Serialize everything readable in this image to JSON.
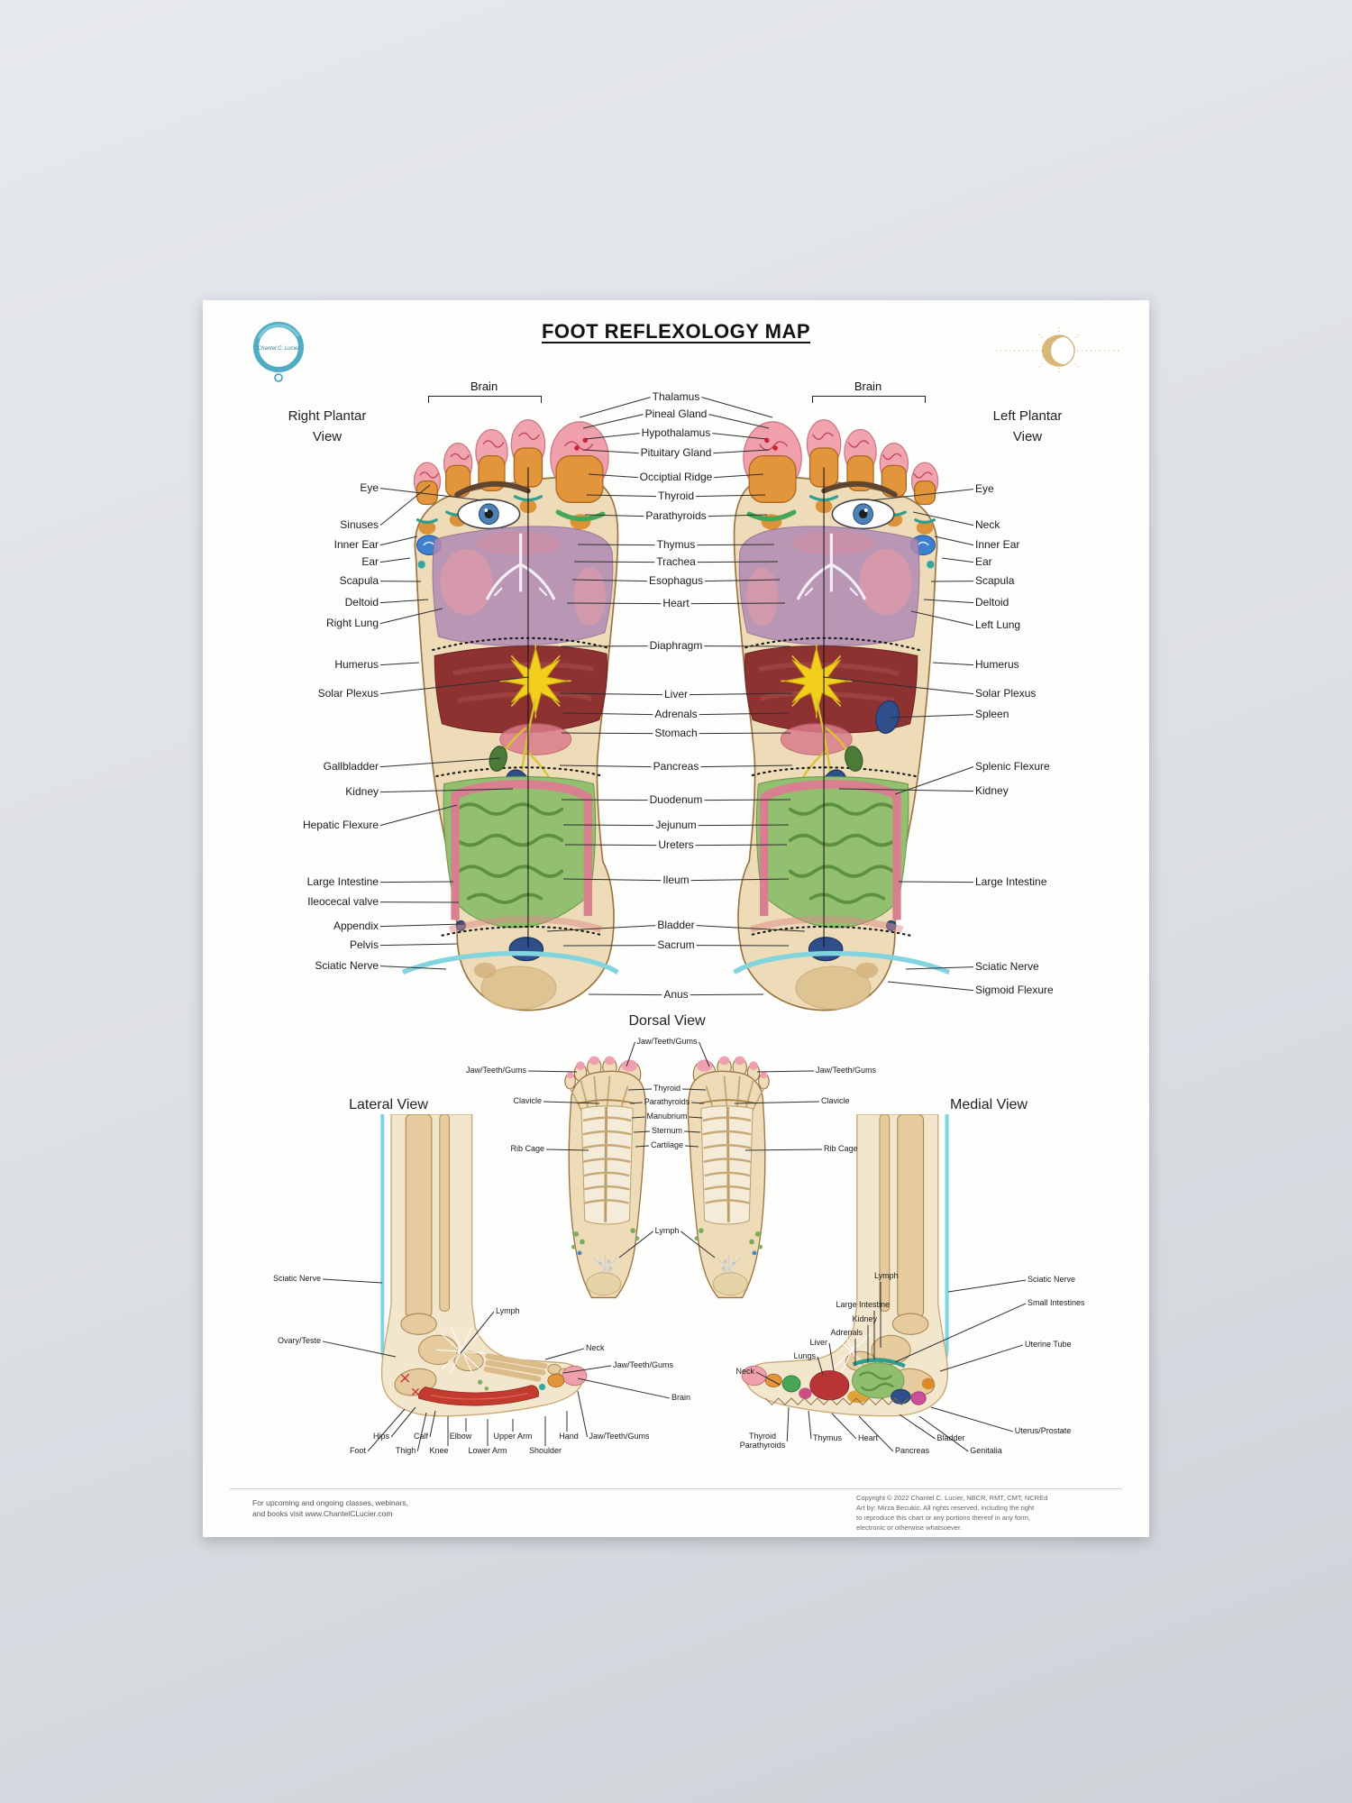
{
  "poster": {
    "title": "FOOT REFLEXOLOGY MAP",
    "brand": {
      "logo_text": "Chantel C. Lucier"
    },
    "plantar": {
      "view_left": "Right Plantar\nView",
      "view_right": "Left Plantar\nView",
      "brain_left": "Brain",
      "brain_right": "Brain",
      "left_labels": [
        "Eye",
        "Sinuses",
        "Inner Ear",
        "Ear",
        "Scapula",
        "Deltoid",
        "Right Lung",
        "Humerus",
        "Solar Plexus",
        "Gallbladder",
        "Kidney",
        "Hepatic Flexure",
        "Large Intestine",
        "Ileocecal valve",
        "Appendix",
        "Pelvis",
        "Sciatic Nerve"
      ],
      "center_labels": [
        "Thalamus",
        "Pineal Gland",
        "Hypothalamus",
        "Pituitary Gland",
        "Occiptial Ridge",
        "Thyroid",
        "Parathyroids",
        "Thymus",
        "Trachea",
        "Esophagus",
        "Heart",
        "Diaphragm",
        "Liver",
        "Adrenals",
        "Stomach",
        "Pancreas",
        "Duodenum",
        "Jejunum",
        "Ureters",
        "Ileum",
        "Bladder",
        "Sacrum",
        "Anus"
      ],
      "right_labels": [
        "Eye",
        "Neck",
        "Inner Ear",
        "Ear",
        "Scapula",
        "Deltoid",
        "Left Lung",
        "Humerus",
        "Solar Plexus",
        "Spleen",
        "Splenic Flexure",
        "Kidney",
        "Large Intestine",
        "Sciatic Nerve",
        "Sigmoid Flexure"
      ]
    },
    "dorsal": {
      "title": "Dorsal View",
      "top_label": "Jaw/Teeth/Gums",
      "left_labels": [
        "Jaw/Teeth/Gums",
        "Clavicle",
        "Rib Cage"
      ],
      "right_labels": [
        "Jaw/Teeth/Gums",
        "Clavicle",
        "Rib Cage"
      ],
      "center_labels": [
        "Thyroid",
        "Parathyroids",
        "Manubrium",
        "Sternum",
        "Cartilage"
      ],
      "lymph": "Lymph"
    },
    "lateral": {
      "title": "Lateral View",
      "side_labels": [
        "Sciatic Nerve",
        "Ovary/Teste",
        "Lymph",
        "Neck",
        "Jaw/Teeth/Gums",
        "Brain"
      ],
      "bottom_labels": [
        "Foot",
        "Hips",
        "Thigh",
        "Calf",
        "Knee",
        "Elbow",
        "Lower Arm",
        "Upper Arm",
        "Shoulder",
        "Hand",
        "Jaw/Teeth/Gums"
      ]
    },
    "medial": {
      "title": "Medial View",
      "side_labels": [
        "Lymph",
        "Sciatic Nerve",
        "Large Intestine",
        "Small Intestines",
        "Kidney",
        "Adrenals",
        "Liver",
        "Lungs",
        "Uterine Tube",
        "Neck"
      ],
      "bottom_labels": [
        "Thyroid\nParathyroids",
        "Thymus",
        "Heart",
        "Pancreas",
        "Bladder",
        "Genitalia",
        "Uterus/Prostate"
      ]
    },
    "footer": {
      "left_line1": "For upcoming and ongoing classes, webinars,",
      "left_line2": "and books visit www.ChantelCLucier.com",
      "right_line1": "Copyright © 2022 Chantel C. Lucier, NBCR, RMT, CMT, NCREd",
      "right_line2": "Art by: Mirza Becukic.  All rights reserved, including the right",
      "right_line3": "to reproduce this chart or any portions thereof in any form,",
      "right_line4": "electronic or otherwise whatsoever."
    }
  }
}
